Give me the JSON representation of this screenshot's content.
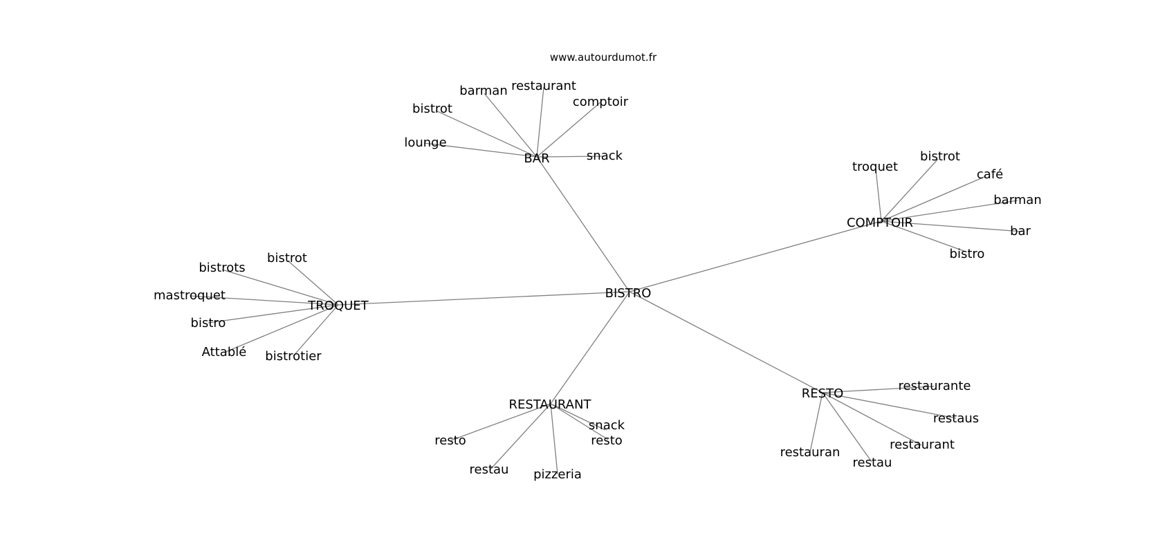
{
  "header": {
    "site": "www.autourdumot.fr"
  },
  "colors": {
    "edge": "#7f7f7f",
    "text": "#000000",
    "background": "#ffffff"
  },
  "graph": {
    "center": "BISTRO",
    "hubs": [
      {
        "label": "BAR",
        "leaves": [
          "barman",
          "restaurant",
          "bistrot",
          "comptoir",
          "lounge",
          "snack"
        ]
      },
      {
        "label": "COMPTOIR",
        "leaves": [
          "troquet",
          "bistrot",
          "café",
          "barman",
          "bar",
          "bistro"
        ]
      },
      {
        "label": "TROQUET",
        "leaves": [
          "bistrot",
          "bistrots",
          "mastroquet",
          "bistro",
          "Attablé",
          "bistrotier"
        ]
      },
      {
        "label": "RESTAURANT",
        "leaves": [
          "snack",
          "resto",
          "resto",
          "restau",
          "pizzeria"
        ]
      },
      {
        "label": "RESTO",
        "leaves": [
          "restaurante",
          "restaus",
          "restaurant",
          "restauran",
          "restau"
        ]
      }
    ]
  }
}
